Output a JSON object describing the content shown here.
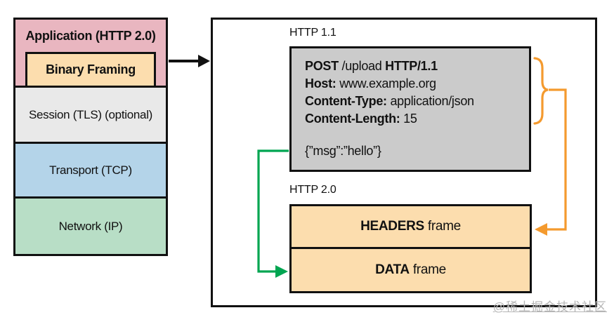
{
  "colors": {
    "pink": "#e9b6c0",
    "peach": "#fcddae",
    "session-gray": "#e9e9e9",
    "blue": "#b4d4e9",
    "green-box": "#b8dec6",
    "request-gray": "#cbcbcb",
    "orange-accent": "#f49a2e",
    "green-accent": "#00a551",
    "line-black": "#111111",
    "watermark": "#b5b5b5"
  },
  "stack": {
    "layers": [
      {
        "label": "Application (HTTP 2.0)"
      },
      {
        "label": "Binary Framing"
      },
      {
        "label": "Session (TLS) (optional)"
      },
      {
        "label": "Transport (TCP)"
      },
      {
        "label": "Network (IP)"
      }
    ]
  },
  "panel": {
    "http11_label": "HTTP 1.1",
    "http20_label": "HTTP 2.0",
    "request": {
      "lines": [
        {
          "b1": "POST",
          "r1": " /upload ",
          "b2": "HTTP/1.1"
        },
        {
          "b1": "Host:",
          "r1": " www.example.org",
          "b2": ""
        },
        {
          "b1": "Content-Type:",
          "r1": " application/json",
          "b2": ""
        },
        {
          "b1": "Content-Length:",
          "r1": " 15",
          "b2": ""
        }
      ],
      "body": "{”msg”:”hello”}"
    },
    "frames": [
      {
        "bold": "HEADERS",
        "rest": " frame"
      },
      {
        "bold": "DATA",
        "rest": " frame"
      }
    ]
  },
  "watermark": "@稀土掘金技术社区"
}
